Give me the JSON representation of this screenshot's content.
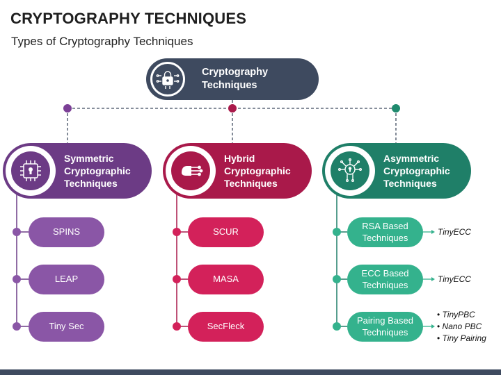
{
  "title": "CRYPTOGRAPHY TECHNIQUES",
  "subtitle": "Types of Cryptography Techniques",
  "root": {
    "label": "Cryptography Techniques",
    "icon": "lock-circuit-icon"
  },
  "categories": [
    {
      "label": "Symmetric Cryptographic Techniques",
      "icon": "chip-keyhole-icon",
      "color": "#6c3b85",
      "leaves": [
        "SPINS",
        "LEAP",
        "Tiny Sec"
      ]
    },
    {
      "label": "Hybrid Cryptographic Techniques",
      "icon": "hand-circuit-icon",
      "color": "#a9194a",
      "leaves": [
        "SCUR",
        "MASA",
        "SecFleck"
      ]
    },
    {
      "label": "Asymmetric Cryptographic Techniques",
      "icon": "keyhole-network-icon",
      "color": "#1f7f68",
      "leaves": [
        "RSA Based Techniques",
        "ECC Based Techniques",
        "Pairing Based Techniques"
      ],
      "notes": [
        "TinyECC",
        "TinyECC"
      ],
      "note_list": [
        "TinyPBC",
        "Nano PBC",
        "Tiny Pairing"
      ]
    }
  ]
}
